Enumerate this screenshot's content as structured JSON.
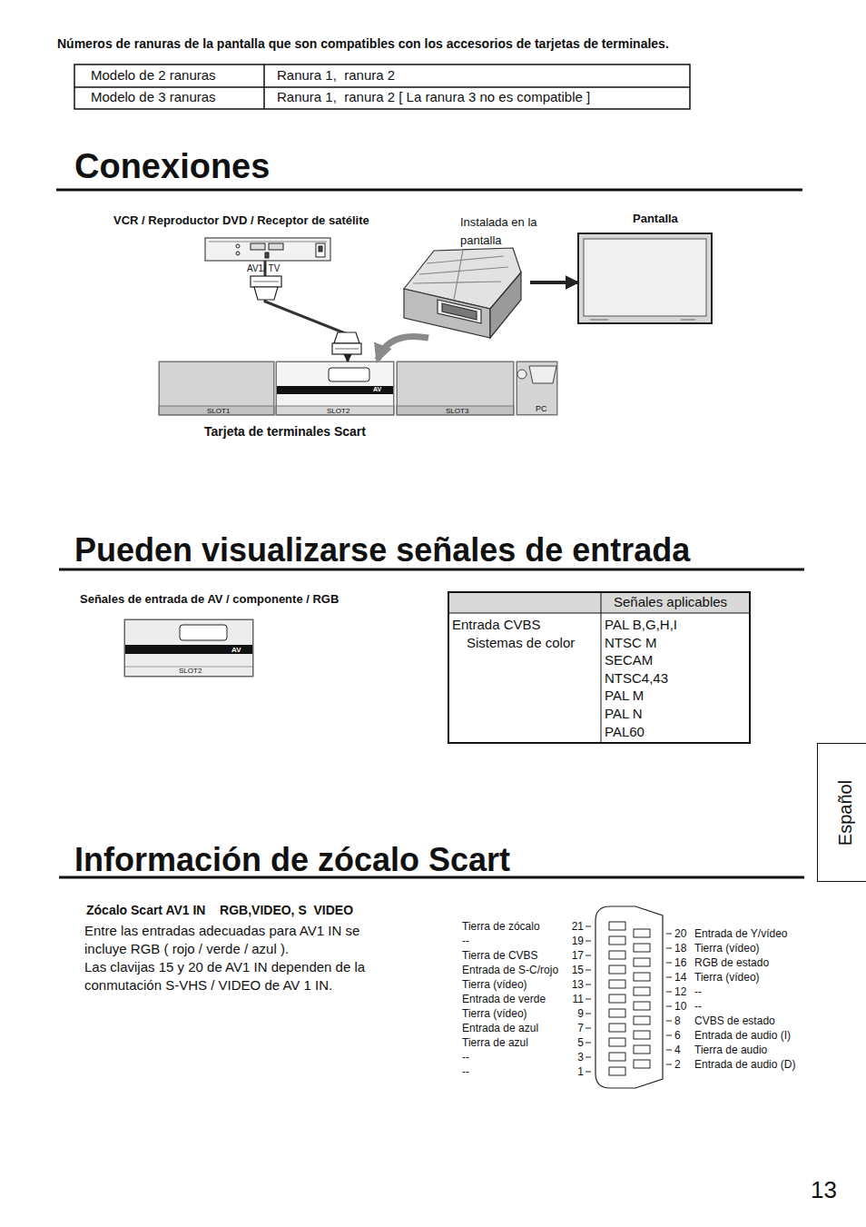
{
  "diagram": {
    "nodes": [
      {
        "text": [
          "VCR / Reproductor DVD / Receptor de satélite",
          "AV1/ TV"
        ]
      },
      {
        "text": [
          "Instalada en la pantalla"
        ]
      },
      {
        "text": [
          "Pantalla"
        ]
      },
      {
        "text": [
          "SLOT1"
        ]
      },
      {
        "text": [
          "AV",
          "SLOT2"
        ]
      },
      {
        "text": [
          "SLOT3"
        ]
      },
      {
        "text": [
          "PC"
        ]
      },
      {
        "text": [
          "AV",
          "SLOT2"
        ]
      },
      {
        "text": [
          "Español"
        ]
      }
    ],
    "edges": [
      {
        "from": 0,
        "to": 4,
        "arrow": "to"
      },
      {
        "from": 1,
        "to": 4,
        "arrow": "to"
      },
      {
        "from": 1,
        "to": 2,
        "arrow": "to"
      }
    ],
    "labels": [
      "Números de ranuras de la pantalla que son compatibles con los accesorios de tarjetas de terminales.",
      "Modelo de 2 ranuras",
      "Ranura 1,  ranura 2",
      "Modelo de 3 ranuras",
      "Ranura 1,  ranura 2 [ La ranura 3 no es compatible ]",
      "Conexiones",
      "Tarjeta de terminales Scart",
      "Pueden visualizarse señales de entrada",
      "Señales de entrada de AV / componente / RGB",
      "Señales aplicables",
      "Entrada CVBS",
      "Sistemas de color",
      "PAL B,G,H,I",
      "NTSC M",
      "SECAM",
      "NTSC4,43",
      "PAL M",
      "PAL N",
      "PAL60",
      "Información de zócalo Scart",
      "Zócalo Scart AV1 IN    RGB,VIDEO, S  VIDEO",
      "Entre las entradas adecuadas para AV1 IN se incluye RGB ( rojo / verde / azul ).",
      "Las clavijas 15 y 20 de AV1 IN dependen de la conmutación S-VHS / VIDEO de AV 1 IN.",
      "Tierra de zócalo",
      "--",
      "Tierra de CVBS",
      "Entrada de S-C/rojo",
      "Tierra (vídeo)",
      "Entrada de verde",
      "Tierra (vídeo)",
      "Entrada de azul",
      "Tierra de azul",
      "--",
      "--",
      "21",
      "19",
      "17",
      "15",
      "13",
      "11",
      "9",
      "7",
      "5",
      "3",
      "1",
      "20",
      "18",
      "16",
      "14",
      "12",
      "10",
      "8",
      "6",
      "4",
      "2",
      "Entrada de Y/vídeo",
      "Tierra (vídeo)",
      "RGB de estado",
      "Tierra (vídeo)",
      "--",
      "--",
      "CVBS de estado",
      "Entrada de audio (I)",
      "Tierra de audio",
      "Entrada de audio (D)",
      "13"
    ]
  }
}
